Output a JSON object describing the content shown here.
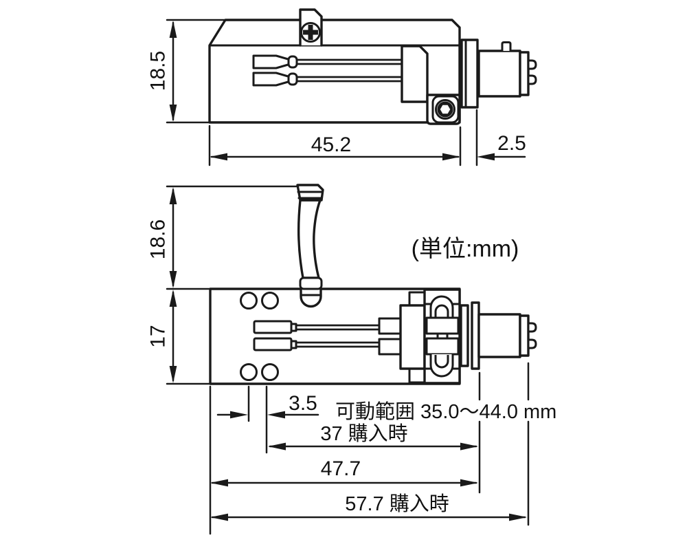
{
  "page": {
    "background": "#ffffff",
    "ink": "#1a1a1a"
  },
  "unit_note": "(単位:mm)",
  "side_view": {
    "height_mm": "18.5",
    "body_length_mm": "45.2",
    "collar_gap_mm": "2.5"
  },
  "top_view": {
    "finger_lift_height_mm": "18.6",
    "body_width_mm": "17",
    "hole_pitch_mm": "3.5",
    "movable_range_label": "可動範囲 35.0〜44.0 mm",
    "stylus_at_purchase_label": "37 購入時",
    "length_to_collar_mm": "47.7",
    "overall_at_purchase_label": "57.7 購入時"
  }
}
